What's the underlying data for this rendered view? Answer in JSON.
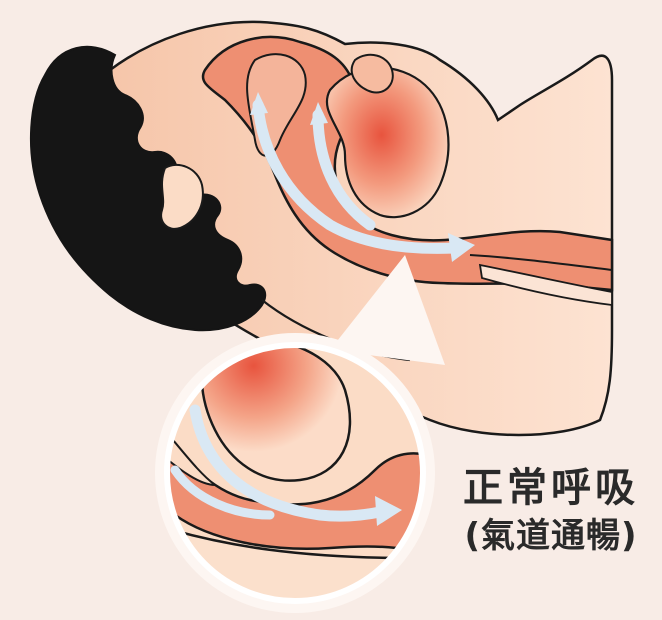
{
  "caption": {
    "line1": "正常呼吸",
    "line2": "(氣道通暢)"
  },
  "colors": {
    "background": "#f8ece6",
    "skin": "#fbdcc6",
    "skin_shadow": "#f4c3a6",
    "airway": "#ee8f72",
    "tissue_red": "#e8543e",
    "hair": "#151515",
    "airflow_arrow": "#d9e8f4",
    "outline": "#1a1a1a"
  },
  "icons": {
    "airflow": "airflow-arrow-icon",
    "magnifier": "magnifier-circle"
  }
}
